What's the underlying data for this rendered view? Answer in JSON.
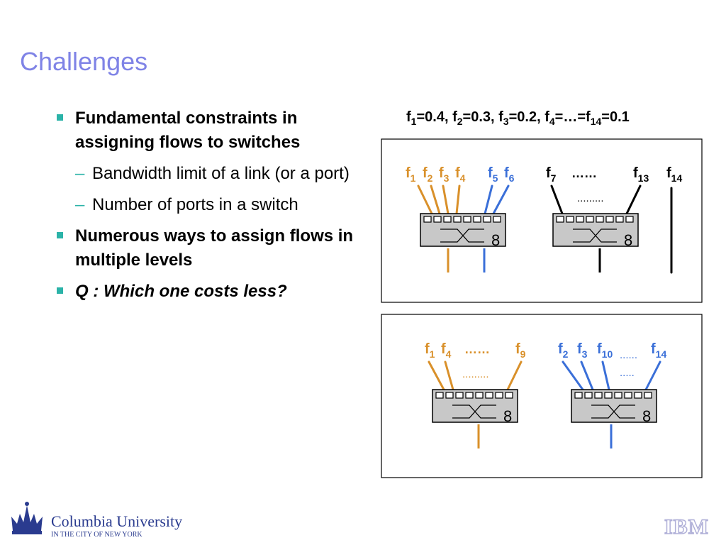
{
  "slide": {
    "title": "Challenges",
    "bullets": [
      {
        "text": "Fundamental constraints in assigning flows to switches",
        "style": "bold"
      },
      {
        "text": "Bandwidth limit of a link (or a port)",
        "style": "sub"
      },
      {
        "text": "Number of ports in a switch",
        "style": "sub"
      },
      {
        "text": "Numerous ways to assign flows in multiple levels",
        "style": "bold"
      },
      {
        "text": "Q : Which one costs less?",
        "style": "bold-italic"
      }
    ]
  },
  "formula": {
    "f1": "f",
    "s1": "1",
    "t1": "=0.4, f",
    "s2": "2",
    "t2": "=0.3, f",
    "s3": "3",
    "t3": "=0.2, f",
    "s4": "4",
    "t4": "=…=f",
    "s14": "14",
    "t14": "=0.1"
  },
  "diagram": {
    "colors": {
      "orange": "#d9902a",
      "blue": "#3a6fd8",
      "black": "#000000",
      "switch_fill": "#c8c8c8",
      "border": "#000000"
    },
    "top": {
      "left_flows": [
        {
          "f": "f",
          "s": "1"
        },
        {
          "f": "f",
          "s": "2"
        },
        {
          "f": "f",
          "s": "3"
        },
        {
          "f": "f",
          "s": "4"
        }
      ],
      "blue_flows": [
        {
          "f": "f",
          "s": "5"
        },
        {
          "f": "f",
          "s": "6"
        }
      ],
      "mid_flows": [
        {
          "f": "f",
          "s": "7"
        },
        {
          "f": "f",
          "s": "13"
        },
        {
          "f": "f",
          "s": "14"
        }
      ],
      "ellipsis": "……",
      "small_dots": ".........",
      "switch_left_ports": "8",
      "switch_right_ports": "8"
    },
    "bottom": {
      "orange_flows": [
        {
          "f": "f",
          "s": "1"
        },
        {
          "f": "f",
          "s": "4"
        },
        {
          "f": "f",
          "s": "9"
        }
      ],
      "blue_flows": [
        {
          "f": "f",
          "s": "2"
        },
        {
          "f": "f",
          "s": "3"
        },
        {
          "f": "f",
          "s": "10"
        },
        {
          "f": "f",
          "s": "14"
        }
      ],
      "ellipsis": "……",
      "blue_ellipsis": "......",
      "orange_dots": ".........",
      "blue_dots": ".....",
      "switch_left_ports": "8",
      "switch_right_ports": "8"
    }
  },
  "footer": {
    "university_line1": "Columbia University",
    "university_line2": "IN THE CITY OF NEW YORK",
    "ibm": "IBM"
  }
}
